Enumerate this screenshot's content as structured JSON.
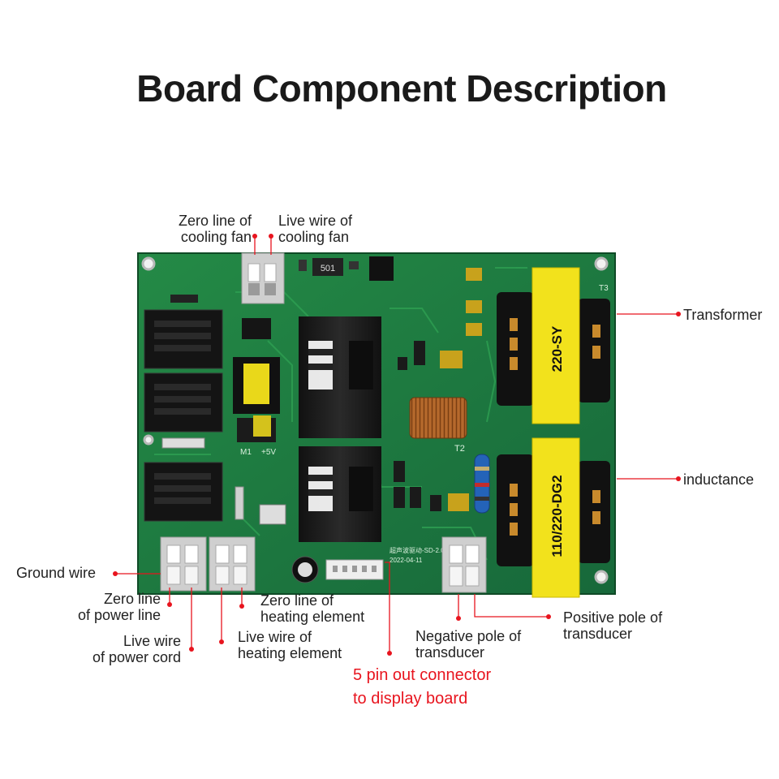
{
  "title": "Board Component Description",
  "labels": {
    "zero_line_fan": [
      "Zero line of",
      "cooling fan"
    ],
    "live_wire_fan": [
      "Live wire of",
      "cooling fan"
    ],
    "transformer": "Transformer",
    "inductance": "inductance",
    "ground_wire": "Ground wire",
    "zero_line_power": [
      "Zero line",
      "of power line"
    ],
    "live_wire_power": [
      "Live wire",
      "of power cord"
    ],
    "zero_line_heating": [
      "Zero line of",
      "heating element"
    ],
    "live_wire_heating": [
      "Live wire of",
      "heating element"
    ],
    "negative_pole": [
      "Negative pole of",
      "transducer"
    ],
    "positive_pole": [
      "Positive pole of",
      "transducer"
    ],
    "display_connector": [
      "5 pin out connector",
      "to display board"
    ]
  },
  "board_text": {
    "transformer_top": "220-SY",
    "transformer_bottom": "110/220-DG2",
    "chip": "501",
    "date": "2022-04-11",
    "model": "超声波驱动-SD-2.0",
    "t2": "T2",
    "t3": "T3",
    "m1": "M1",
    "plus5v": "+5V"
  },
  "colors": {
    "board": "#1e7a3e",
    "transformer_core": "#f2e21c",
    "leader_line": "#e8141e",
    "highlight_text": "#e8141e"
  }
}
